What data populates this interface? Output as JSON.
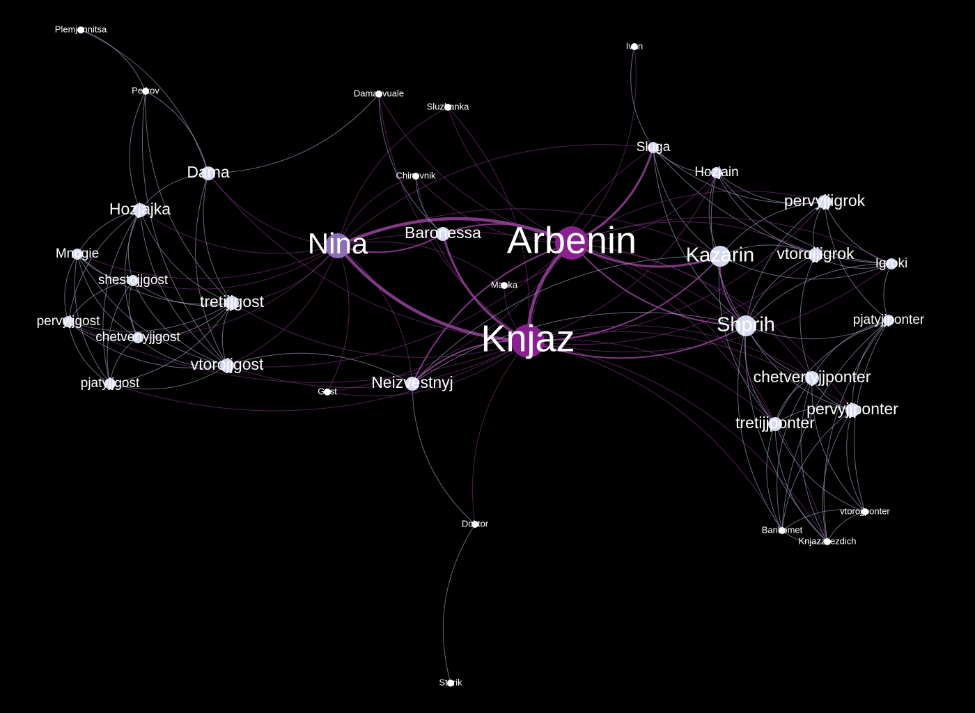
{
  "colors": {
    "background": "#000000",
    "node_small": "#ffffff",
    "node_medium": "#d7d9f2",
    "node_strong": "#8b6fb8",
    "node_hub": "#8a1f8f",
    "edge_light": "#b9bde0",
    "edge_purple": "#8e3e94",
    "label": "#ffffff"
  },
  "nodes": [
    {
      "id": "Plemjannitsa",
      "label": "Plemjannitsa",
      "tier": 1
    },
    {
      "id": "Petkov",
      "label": "Petkov",
      "tier": 1
    },
    {
      "id": "Dama",
      "label": "Dama",
      "tier": 3
    },
    {
      "id": "Hozjajka",
      "label": "Hozjajka",
      "tier": 3
    },
    {
      "id": "Mnogie",
      "label": "Mnogie",
      "tier": 2
    },
    {
      "id": "shestojjgost",
      "label": "shestojjgost",
      "tier": 2
    },
    {
      "id": "pervyjjgost",
      "label": "pervyjjgost",
      "tier": 2
    },
    {
      "id": "chetvertyjjgost",
      "label": "chetvertyjjgost",
      "tier": 2
    },
    {
      "id": "pjatyjjgost",
      "label": "pjatyjjgost",
      "tier": 2
    },
    {
      "id": "tretijjgost",
      "label": "tretijjgost",
      "tier": 3
    },
    {
      "id": "vtorojjgost",
      "label": "vtorojjgost",
      "tier": 3
    },
    {
      "id": "Gost",
      "label": "Gost",
      "tier": 1
    },
    {
      "id": "Damasvuale",
      "label": "Damasvuale",
      "tier": 1
    },
    {
      "id": "Sluzhanka",
      "label": "Sluzhanka",
      "tier": 1
    },
    {
      "id": "Chinovnik",
      "label": "Chinovnik",
      "tier": 1
    },
    {
      "id": "Nina",
      "label": "Nina",
      "tier": 5
    },
    {
      "id": "Baronessa",
      "label": "Baronessa",
      "tier": 3
    },
    {
      "id": "Maska",
      "label": "Maska",
      "tier": 1
    },
    {
      "id": "Neizvestnyj",
      "label": "Neizvestnyj",
      "tier": 3
    },
    {
      "id": "Arbenin",
      "label": "Arbenin",
      "tier": 6
    },
    {
      "id": "Knjaz",
      "label": "Knjaz",
      "tier": 6
    },
    {
      "id": "Ivan",
      "label": "Ivan",
      "tier": 1
    },
    {
      "id": "Sluga",
      "label": "Sluga",
      "tier": 2
    },
    {
      "id": "Hozjain",
      "label": "Hozjain",
      "tier": 2
    },
    {
      "id": "pervyjjigrok",
      "label": "pervyjjigrok",
      "tier": 3
    },
    {
      "id": "Kazarin",
      "label": "Kazarin",
      "tier": 4
    },
    {
      "id": "vtorojjigrok",
      "label": "vtorojjigrok",
      "tier": 3
    },
    {
      "id": "Igroki",
      "label": "Igroki",
      "tier": 2
    },
    {
      "id": "Shprih",
      "label": "Shprih",
      "tier": 4
    },
    {
      "id": "pjatyjjponter",
      "label": "pjatyjjponter",
      "tier": 2
    },
    {
      "id": "chetvertyjjponter",
      "label": "chetvertyjjponter",
      "tier": 3
    },
    {
      "id": "pervyjjponter",
      "label": "pervyjjponter",
      "tier": 3
    },
    {
      "id": "tretijjponter",
      "label": "tretijjponter",
      "tier": 3
    },
    {
      "id": "vtorojjponter",
      "label": "vtorojjponter",
      "tier": 1
    },
    {
      "id": "Bankomet",
      "label": "Bankomet",
      "tier": 1
    },
    {
      "id": "Knjazzvezdich",
      "label": "Knjazzvezdich",
      "tier": 1
    },
    {
      "id": "Doktor",
      "label": "Doktor",
      "tier": 1
    },
    {
      "id": "Starik",
      "label": "Starik",
      "tier": 1
    }
  ],
  "edges": [
    [
      "Arbenin",
      "Knjaz",
      5
    ],
    [
      "Arbenin",
      "Nina",
      4
    ],
    [
      "Nina",
      "Knjaz",
      4
    ],
    [
      "Arbenin",
      "Sluga",
      3
    ],
    [
      "Arbenin",
      "Baronessa",
      2
    ],
    [
      "Baronessa",
      "Knjaz",
      3
    ],
    [
      "Arbenin",
      "Kazarin",
      3
    ],
    [
      "Knjaz",
      "Kazarin",
      2
    ],
    [
      "Arbenin",
      "Shprih",
      2
    ],
    [
      "Knjaz",
      "Shprih",
      2
    ],
    [
      "Nina",
      "Baronessa",
      2
    ],
    [
      "Knjaz",
      "Neizvestnyj",
      2
    ],
    [
      "Arbenin",
      "Neizvestnyj",
      2
    ],
    [
      "Kazarin",
      "Shprih",
      2
    ],
    [
      "Knjaz",
      "Doktor",
      1
    ],
    [
      "Doktor",
      "Starik",
      1
    ],
    [
      "Neizvestnyj",
      "Doktor",
      1
    ],
    [
      "Arbenin",
      "Ivan",
      1
    ],
    [
      "Ivan",
      "Sluga",
      1
    ],
    [
      "Arbenin",
      "Hozjain",
      1
    ],
    [
      "Dama",
      "Nina",
      1
    ],
    [
      "Dama",
      "Knjaz",
      1
    ],
    [
      "Dama",
      "Damasvuale",
      1
    ],
    [
      "Dama",
      "Hozjajka",
      1
    ],
    [
      "Dama",
      "Petkov",
      1
    ],
    [
      "Dama",
      "Plemjannitsa",
      1
    ],
    [
      "Dama",
      "tretijjgost",
      1
    ],
    [
      "Dama",
      "vtorojjgost",
      1
    ],
    [
      "Petkov",
      "Plemjannitsa",
      1
    ],
    [
      "Petkov",
      "Hozjajka",
      1
    ],
    [
      "Petkov",
      "vtorojjgost",
      1
    ],
    [
      "Petkov",
      "tretijjgost",
      1
    ],
    [
      "Hozjajka",
      "Nina",
      1
    ],
    [
      "Hozjajka",
      "Mnogie",
      1
    ],
    [
      "Hozjajka",
      "shestojjgost",
      1
    ],
    [
      "Hozjajka",
      "pervyjjgost",
      1
    ],
    [
      "Hozjajka",
      "chetvertyjjgost",
      1
    ],
    [
      "Hozjajka",
      "pjatyjjgost",
      1
    ],
    [
      "Hozjajka",
      "tretijjgost",
      1
    ],
    [
      "Hozjajka",
      "vtorojjgost",
      1
    ],
    [
      "Mnogie",
      "shestojjgost",
      1
    ],
    [
      "Mnogie",
      "pervyjjgost",
      1
    ],
    [
      "Mnogie",
      "chetvertyjjgost",
      1
    ],
    [
      "Mnogie",
      "tretijjgost",
      1
    ],
    [
      "Mnogie",
      "vtorojjgost",
      1
    ],
    [
      "Mnogie",
      "Nina",
      1
    ],
    [
      "Mnogie",
      "pjatyjjgost",
      1
    ],
    [
      "shestojjgost",
      "pervyjjgost",
      1
    ],
    [
      "shestojjgost",
      "chetvertyjjgost",
      1
    ],
    [
      "shestojjgost",
      "pjatyjjgost",
      1
    ],
    [
      "shestojjgost",
      "tretijjgost",
      1
    ],
    [
      "shestojjgost",
      "vtorojjgost",
      1
    ],
    [
      "shestojjgost",
      "Nina",
      1
    ],
    [
      "pervyjjgost",
      "chetvertyjjgost",
      1
    ],
    [
      "pervyjjgost",
      "pjatyjjgost",
      1
    ],
    [
      "pervyjjgost",
      "tretijjgost",
      1
    ],
    [
      "pervyjjgost",
      "vtorojjgost",
      1
    ],
    [
      "pervyjjgost",
      "Knjaz",
      1
    ],
    [
      "chetvertyjjgost",
      "pjatyjjgost",
      1
    ],
    [
      "chetvertyjjgost",
      "tretijjgost",
      1
    ],
    [
      "chetvertyjjgost",
      "vtorojjgost",
      1
    ],
    [
      "chetvertyjjgost",
      "Nina",
      1
    ],
    [
      "pjatyjjgost",
      "tretijjgost",
      1
    ],
    [
      "pjatyjjgost",
      "vtorojjgost",
      1
    ],
    [
      "pjatyjjgost",
      "Knjaz",
      1
    ],
    [
      "tretijjgost",
      "vtorojjgost",
      1
    ],
    [
      "tretijjgost",
      "Nina",
      1
    ],
    [
      "tretijjgost",
      "Knjaz",
      1
    ],
    [
      "vtorojjgost",
      "Nina",
      1
    ],
    [
      "vtorojjgost",
      "Knjaz",
      1
    ],
    [
      "vtorojjgost",
      "Arbenin",
      1
    ],
    [
      "Gost",
      "Nina",
      1
    ],
    [
      "Gost",
      "Knjaz",
      1
    ],
    [
      "Gost",
      "Arbenin",
      1
    ],
    [
      "Neizvestnyj",
      "Nina",
      1
    ],
    [
      "Neizvestnyj",
      "vtorojjgost",
      1
    ],
    [
      "Damasvuale",
      "Baronessa",
      1
    ],
    [
      "Damasvuale",
      "Knjaz",
      1
    ],
    [
      "Damasvuale",
      "Arbenin",
      1
    ],
    [
      "Sluzhanka",
      "Nina",
      1
    ],
    [
      "Sluzhanka",
      "Arbenin",
      1
    ],
    [
      "Chinovnik",
      "Nina",
      1
    ],
    [
      "Chinovnik",
      "Baronessa",
      1
    ],
    [
      "Chinovnik",
      "Arbenin",
      1
    ],
    [
      "Chinovnik",
      "Knjaz",
      1
    ],
    [
      "Maska",
      "Knjaz",
      1
    ],
    [
      "Maska",
      "Arbenin",
      1
    ],
    [
      "Maska",
      "Nina",
      1
    ],
    [
      "Sluga",
      "Nina",
      1
    ],
    [
      "Sluga",
      "Knjaz",
      1
    ],
    [
      "Sluga",
      "Hozjain",
      1
    ],
    [
      "Sluga",
      "Shprih",
      1
    ],
    [
      "Sluga",
      "Kazarin",
      1
    ],
    [
      "Sluga",
      "pervyjjigrok",
      1
    ],
    [
      "Sluga",
      "Igroki",
      1
    ],
    [
      "Hozjain",
      "Kazarin",
      1
    ],
    [
      "Hozjain",
      "Shprih",
      1
    ],
    [
      "Hozjain",
      "pervyjjigrok",
      1
    ],
    [
      "Hozjain",
      "vtorojjigrok",
      1
    ],
    [
      "Hozjain",
      "Igroki",
      1
    ],
    [
      "pervyjjigrok",
      "vtorojjigrok",
      1
    ],
    [
      "pervyjjigrok",
      "Kazarin",
      1
    ],
    [
      "pervyjjigrok",
      "Shprih",
      1
    ],
    [
      "pervyjjigrok",
      "Igroki",
      1
    ],
    [
      "pervyjjigrok",
      "pjatyjjponter",
      1
    ],
    [
      "pervyjjigrok",
      "Arbenin",
      1
    ],
    [
      "vtorojjigrok",
      "Kazarin",
      1
    ],
    [
      "vtorojjigrok",
      "Shprih",
      1
    ],
    [
      "vtorojjigrok",
      "Igroki",
      1
    ],
    [
      "vtorojjigrok",
      "Arbenin",
      1
    ],
    [
      "vtorojjigrok",
      "chetvertyjjponter",
      1
    ],
    [
      "Kazarin",
      "Igroki",
      1
    ],
    [
      "Kazarin",
      "Neizvestnyj",
      1
    ],
    [
      "Kazarin",
      "Nina",
      1
    ],
    [
      "Kazarin",
      "tretijjponter",
      1
    ],
    [
      "Igroki",
      "Arbenin",
      1
    ],
    [
      "Igroki",
      "pjatyjjponter",
      1
    ],
    [
      "Igroki",
      "Shprih",
      1
    ],
    [
      "Shprih",
      "chetvertyjjponter",
      1
    ],
    [
      "Shprih",
      "pervyjjponter",
      1
    ],
    [
      "Shprih",
      "tretijjponter",
      1
    ],
    [
      "Shprih",
      "pjatyjjponter",
      1
    ],
    [
      "Shprih",
      "Bankomet",
      1
    ],
    [
      "Shprih",
      "Knjazzvezdich",
      1
    ],
    [
      "Shprih",
      "Neizvestnyj",
      1
    ],
    [
      "Shprih",
      "Nina",
      1
    ],
    [
      "pjatyjjponter",
      "chetvertyjjponter",
      1
    ],
    [
      "pjatyjjponter",
      "pervyjjponter",
      1
    ],
    [
      "pjatyjjponter",
      "tretijjponter",
      1
    ],
    [
      "pjatyjjponter",
      "vtorojjponter",
      1
    ],
    [
      "pjatyjjponter",
      "Bankomet",
      1
    ],
    [
      "pjatyjjponter",
      "Knjazzvezdich",
      1
    ],
    [
      "chetvertyjjponter",
      "pervyjjponter",
      1
    ],
    [
      "chetvertyjjponter",
      "tretijjponter",
      1
    ],
    [
      "chetvertyjjponter",
      "vtorojjponter",
      1
    ],
    [
      "chetvertyjjponter",
      "Bankomet",
      1
    ],
    [
      "chetvertyjjponter",
      "Knjazzvezdich",
      1
    ],
    [
      "chetvertyjjponter",
      "Knjaz",
      1
    ],
    [
      "chetvertyjjponter",
      "Arbenin",
      1
    ],
    [
      "pervyjjponter",
      "tretijjponter",
      1
    ],
    [
      "pervyjjponter",
      "vtorojjponter",
      1
    ],
    [
      "pervyjjponter",
      "Bankomet",
      1
    ],
    [
      "pervyjjponter",
      "Knjazzvezdich",
      1
    ],
    [
      "pervyjjponter",
      "Knjaz",
      1
    ],
    [
      "pervyjjponter",
      "Arbenin",
      1
    ],
    [
      "tretijjponter",
      "vtorojjponter",
      1
    ],
    [
      "tretijjponter",
      "Bankomet",
      1
    ],
    [
      "tretijjponter",
      "Knjazzvezdich",
      1
    ],
    [
      "tretijjponter",
      "Knjaz",
      1
    ],
    [
      "tretijjponter",
      "Arbenin",
      1
    ],
    [
      "vtorojjponter",
      "Bankomet",
      1
    ],
    [
      "vtorojjponter",
      "Knjazzvezdich",
      1
    ],
    [
      "Bankomet",
      "Knjazzvezdich",
      1
    ],
    [
      "Bankomet",
      "Knjaz",
      1
    ],
    [
      "Knjazzvezdich",
      "Knjaz",
      1
    ],
    [
      "Knjazzvezdich",
      "Arbenin",
      1
    ],
    [
      "Knjaz",
      "pervyjjigrok",
      1
    ],
    [
      "Knjaz",
      "Igroki",
      1
    ],
    [
      "Knjaz",
      "vtorojjigrok",
      1
    ],
    [
      "Knjaz",
      "Hozjain",
      1
    ],
    [
      "Knjaz",
      "Sluzhanka",
      1
    ]
  ]
}
